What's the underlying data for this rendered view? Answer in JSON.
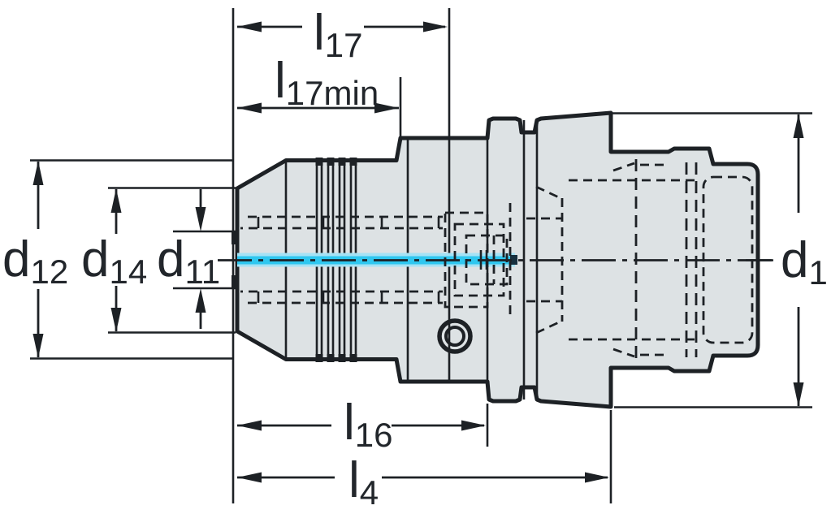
{
  "drawing": {
    "kind": "technical dimension drawing",
    "view": "side section view of a cylindrical tool holder with hollow taper shank",
    "colors": {
      "background": "#ffffff",
      "body_fill": "#dde2e4",
      "line": "#1d2125",
      "coolant_bright": "#2fc7ef",
      "coolant_light": "#a5e2f5",
      "coolant_tip": "#16303f"
    }
  },
  "dims": {
    "l17": {
      "main": "l",
      "sub": "17"
    },
    "l17min": {
      "main": "l",
      "sub": "17min"
    },
    "d12": {
      "main": "d",
      "sub": "12"
    },
    "d14": {
      "main": "d",
      "sub": "14"
    },
    "d11": {
      "main": "d",
      "sub": "11"
    },
    "d1": {
      "main": "d",
      "sub": "1"
    },
    "l16": {
      "main": "l",
      "sub": "16"
    },
    "l4": {
      "main": "l",
      "sub": "4"
    }
  }
}
